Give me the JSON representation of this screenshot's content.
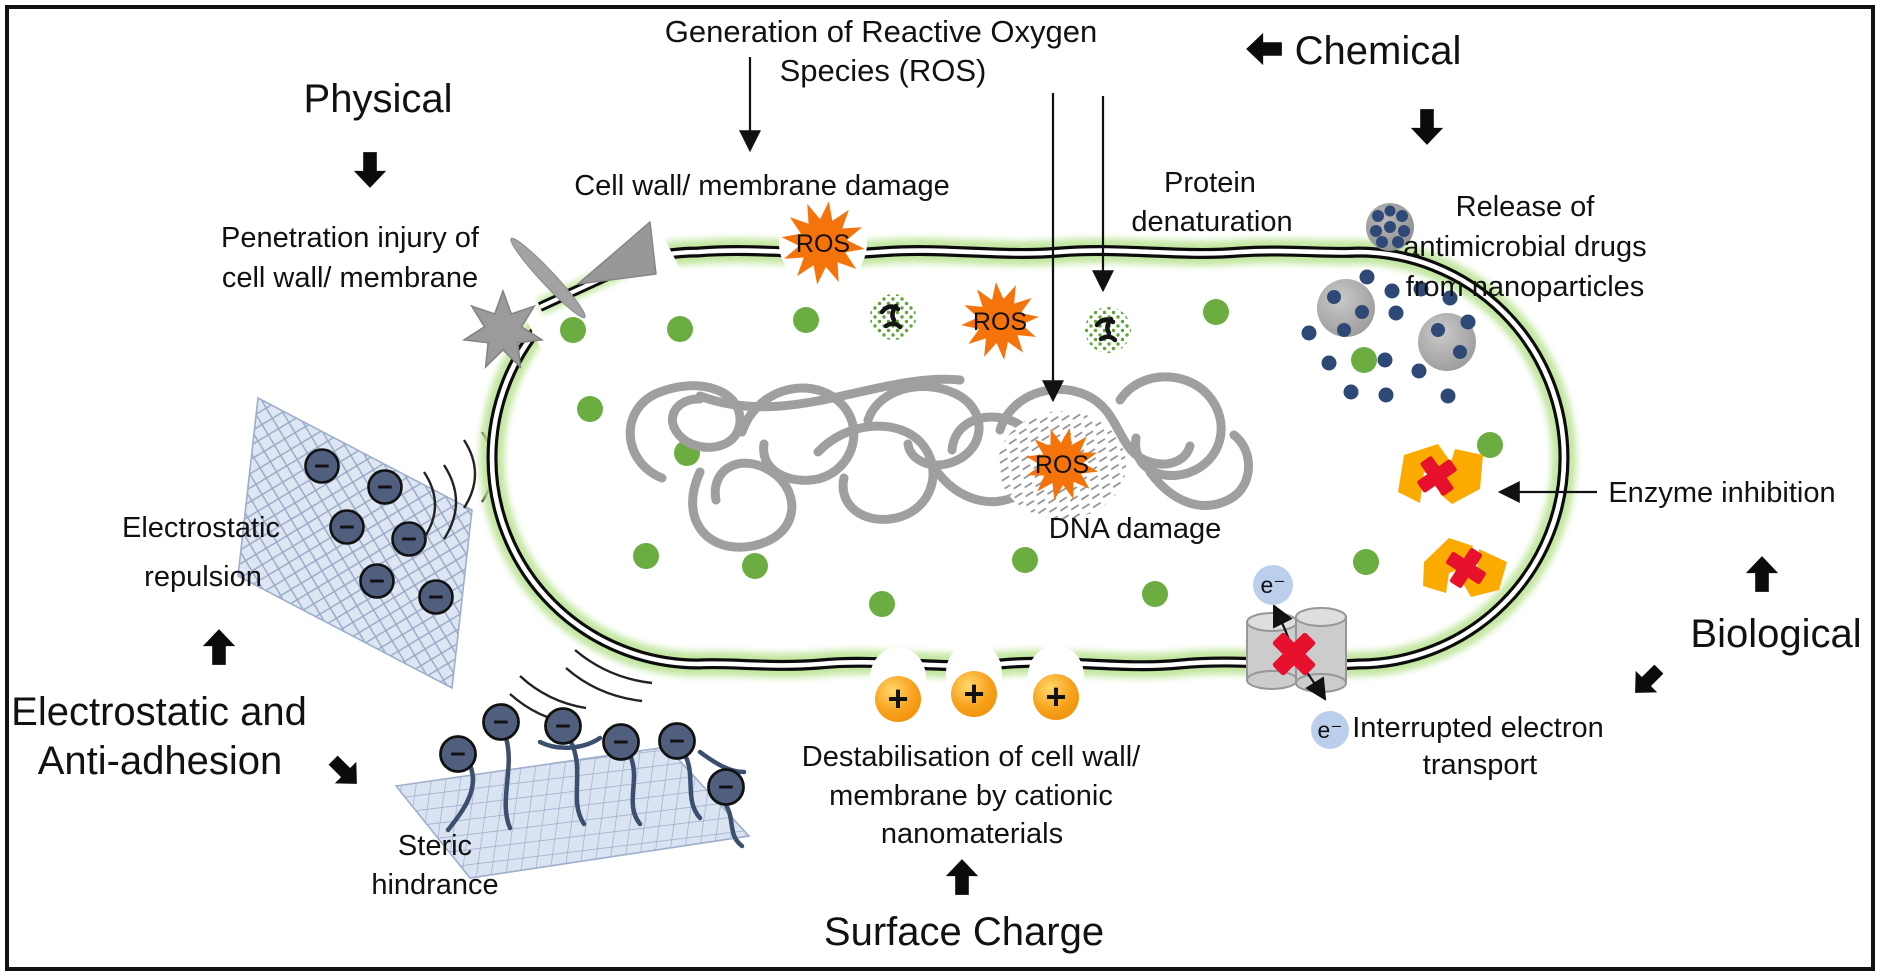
{
  "header": {
    "title_line1": "Generation of Reactive Oxygen",
    "title_line2": "Species (ROS)"
  },
  "categories": {
    "physical": "Physical",
    "chemical": "Chemical",
    "biological": "Biological",
    "surface_charge": "Surface Charge",
    "electrostatic_line1": "Electrostatic and",
    "electrostatic_line2": "Anti-adhesion"
  },
  "mechanisms": {
    "cell_wall_damage": "Cell wall/ membrane damage",
    "protein_line1": "Protein",
    "protein_line2": "denaturation",
    "penetration_line1": "Penetration injury of",
    "penetration_line2": "cell wall/ membrane",
    "release_line1": "Release of",
    "release_line2": "antimicrobial drugs",
    "release_line3": "from nanoparticles",
    "repulsion_line1": "Electrostatic",
    "repulsion_line2": "repulsion",
    "enzyme_inhibition": "Enzyme inhibition",
    "dna_damage": "DNA damage",
    "steric_line1": "Steric",
    "steric_line2": "hindrance",
    "destabilisation_line1": "Destabilisation of cell wall/",
    "destabilisation_line2": "membrane by cationic",
    "destabilisation_line3": "nanomaterials",
    "electron_line1": "Interrupted electron",
    "electron_line2": "transport"
  },
  "icons": {
    "ros": "ROS",
    "electron": "e⁻",
    "plus": "+",
    "minus": "−"
  },
  "colors": {
    "ros_orange": "#F5730B",
    "ribosome_green": "#6BAD40",
    "membrane_glow_green": "#B9E392",
    "nanoparticle_gray": "#9C9C9C",
    "drug_dot_navy": "#2F4977",
    "enzyme_yellow": "#FBAB00",
    "inhibition_red": "#E8112D",
    "cation_orange": "#F8A01E",
    "electron_blue": "#BBCFEC",
    "mesh_blue": "#DCE5F2",
    "dna_gray": "#A0A0A0"
  }
}
